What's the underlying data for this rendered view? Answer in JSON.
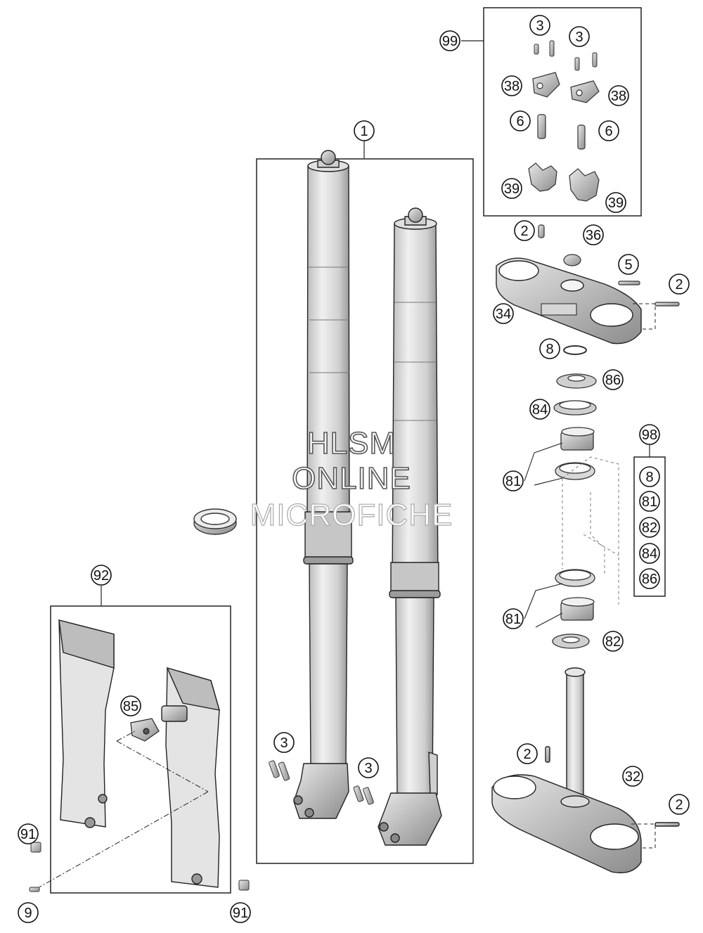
{
  "callouts": {
    "c99": "99",
    "c3a": "3",
    "c3b": "3",
    "c38a": "38",
    "c38b": "38",
    "c6a": "6",
    "c6b": "6",
    "c39a": "39",
    "c39b": "39",
    "c1": "1",
    "c2a": "2",
    "c36": "36",
    "c5": "5",
    "c2b": "2",
    "c34": "34",
    "c8a": "8",
    "c86a": "86",
    "c84a": "84",
    "c98": "98",
    "c8b": "8",
    "c81b": "81",
    "c82b": "82",
    "c84b": "84",
    "c86b": "86",
    "c81a": "81",
    "c81c": "81",
    "c82a": "82",
    "c92": "92",
    "c85": "85",
    "c3c": "3",
    "c3d": "3",
    "c2c": "2",
    "c32": "32",
    "c2d": "2",
    "c91a": "91",
    "c9": "9",
    "c91b": "91"
  },
  "watermark": {
    "line1": "HLSM",
    "line2": "ONLINE",
    "line3": "MICROFICHE"
  }
}
